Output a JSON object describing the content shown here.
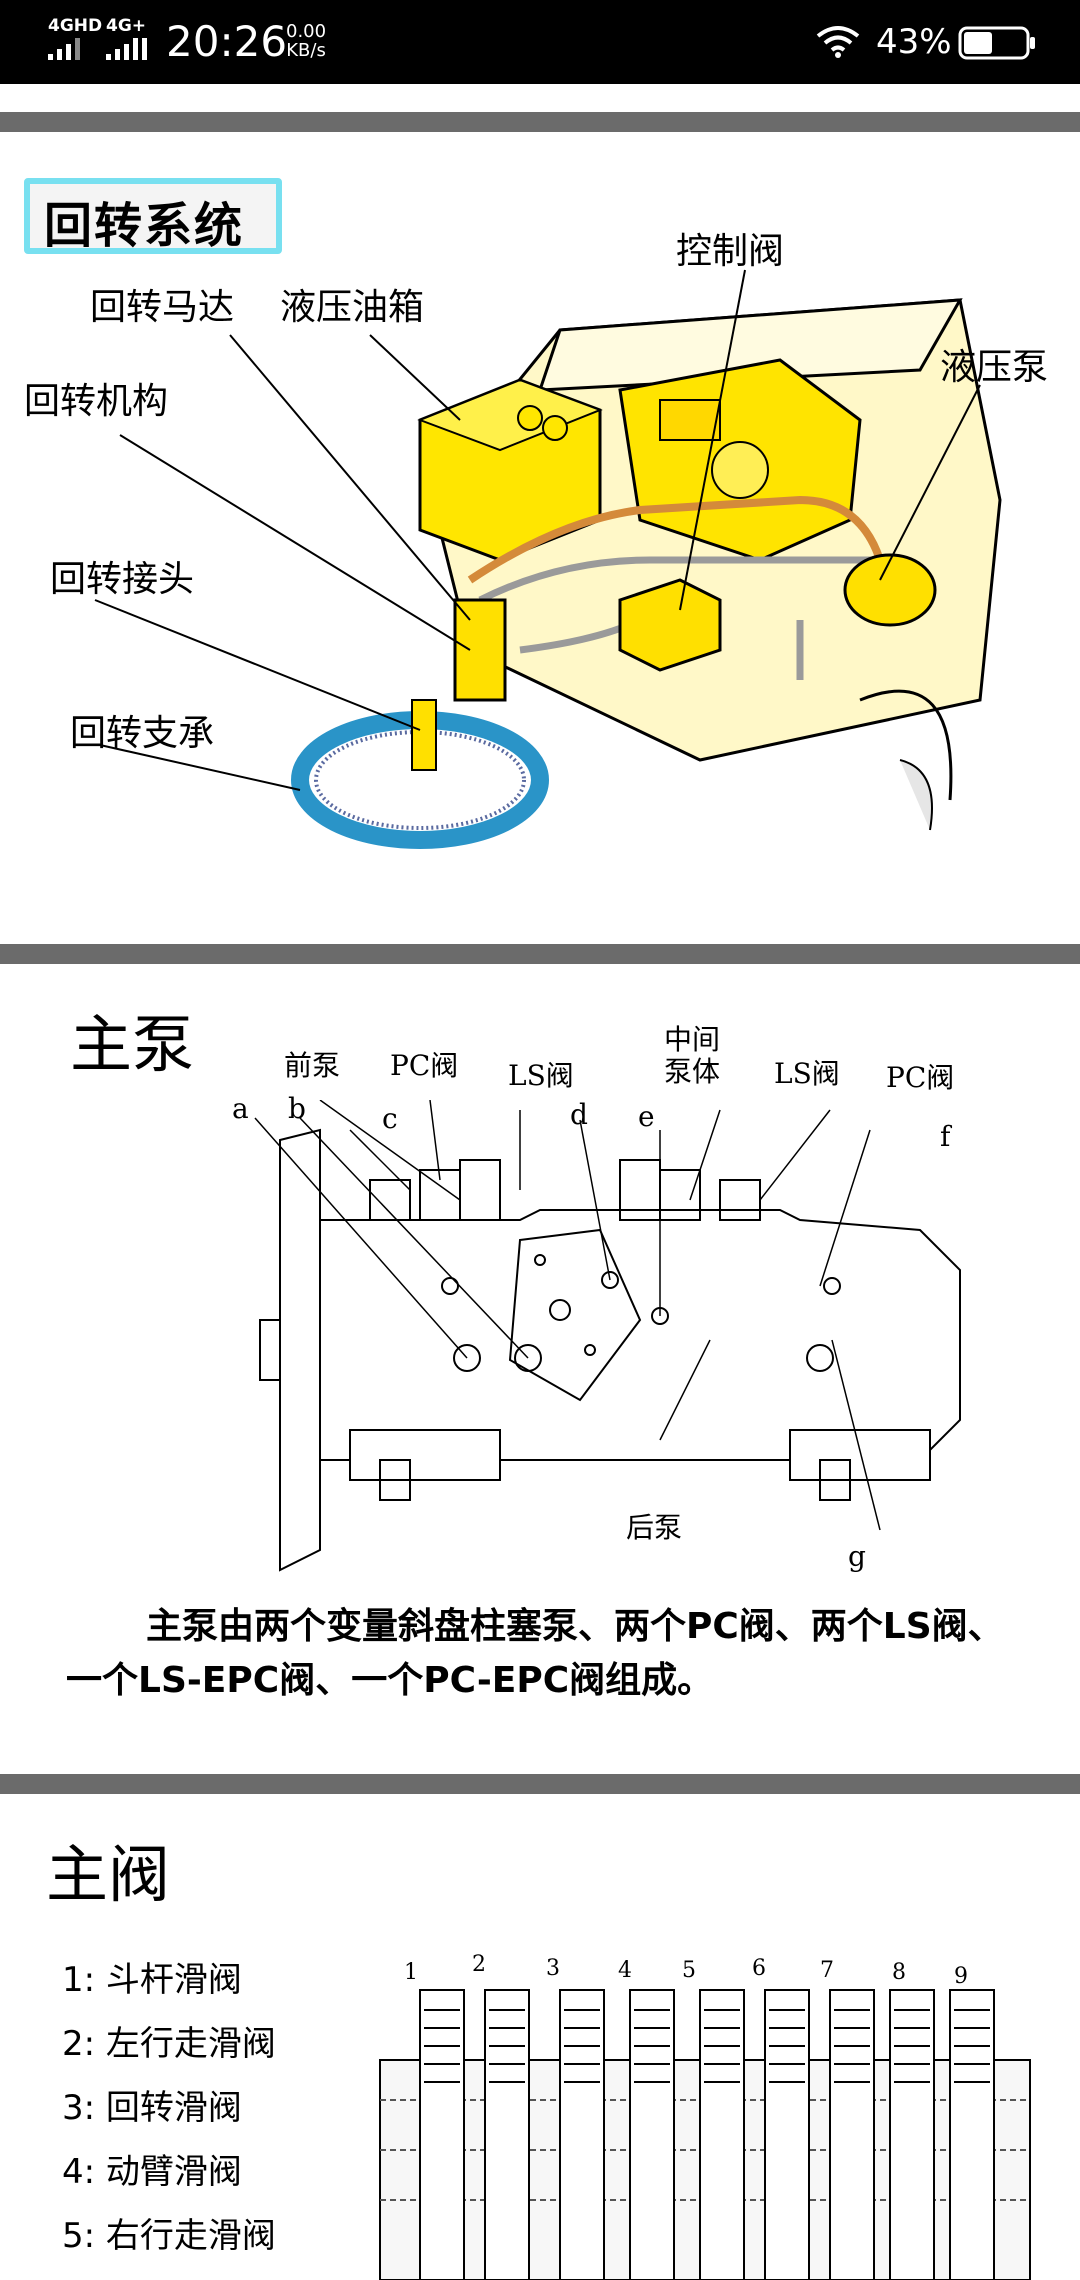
{
  "status_bar": {
    "network_1": "4GHD",
    "network_2": "4G+",
    "time": "20:26",
    "speed_value": "0.00",
    "speed_unit": "KB/s",
    "battery": "43%"
  },
  "slewing_section": {
    "title": "回转系统",
    "labels": {
      "control_valve": "控制阀",
      "swing_motor": "回转马达",
      "hydraulic_tank": "液压油箱",
      "hydraulic_pump": "液压泵",
      "swing_mechanism": "回转机构",
      "swing_joint": "回转接头",
      "swing_bearing": "回转支承"
    }
  },
  "main_pump_section": {
    "title": "主泵",
    "labels": {
      "front_pump": "前泵",
      "pc_valve_left": "PC阀",
      "ls_valve_left": "LS阀",
      "middle_body": "中间\n泵体",
      "ls_valve_right": "LS阀",
      "pc_valve_right": "PC阀",
      "rear_pump": "后泵",
      "a": "a",
      "b": "b",
      "c": "c",
      "d": "d",
      "e": "e",
      "f": "f",
      "g": "g"
    },
    "description": "主泵由两个变量斜盘柱塞泵、两个PC阀、两个LS阀、一个LS-EPC阀、一个PC-EPC阀组成。"
  },
  "main_valve_section": {
    "title": "主阀",
    "items": [
      "1:  斗杆滑阀",
      "2:  左行走滑阀",
      "3:  回转滑阀",
      "4:  动臂滑阀",
      "5:  右行走滑阀"
    ],
    "numbers": [
      "1",
      "2",
      "3",
      "4",
      "5",
      "6",
      "7",
      "8",
      "9"
    ]
  }
}
